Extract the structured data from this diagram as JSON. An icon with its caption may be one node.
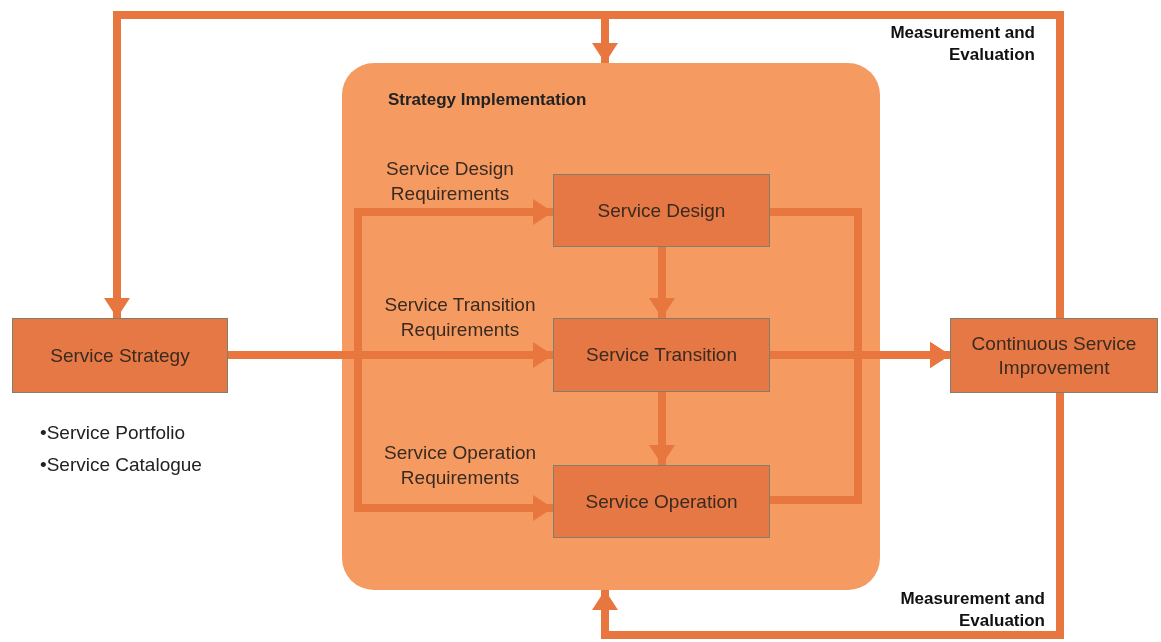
{
  "diagram": {
    "nodes": [
      {
        "text": [
          "Service Strategy"
        ],
        "beside": [
          "•Service Portfolio",
          "•Service Catalogue"
        ]
      },
      {
        "text": [
          "Strategy Implementation"
        ]
      },
      {
        "text": [
          "Service Design"
        ],
        "in": 1
      },
      {
        "text": [
          "Service Transition"
        ],
        "in": 1
      },
      {
        "text": [
          "Service Operation"
        ],
        "in": 1
      },
      {
        "text": [
          "Continuous Service Improvement"
        ]
      }
    ],
    "edges": [
      {
        "from": 0,
        "to": 2,
        "arrow": "to",
        "label": "Service Design Requirements"
      },
      {
        "from": 0,
        "to": 3,
        "arrow": "to",
        "label": "Service Transition Requirements"
      },
      {
        "from": 0,
        "to": 4,
        "arrow": "to",
        "label": "Service Operation Requirements"
      },
      {
        "from": 2,
        "to": 3,
        "arrow": "to"
      },
      {
        "from": 3,
        "to": 4,
        "arrow": "to"
      },
      {
        "from": 2,
        "to": 5,
        "arrow": "to"
      },
      {
        "from": 3,
        "to": 5,
        "arrow": "to"
      },
      {
        "from": 4,
        "to": 5,
        "arrow": "to"
      },
      {
        "from": 5,
        "to": 0,
        "arrow": "to",
        "label": "Measurement and Evaluation"
      },
      {
        "from": 5,
        "to": 1,
        "arrow": "to"
      },
      {
        "from": 5,
        "to": 1,
        "arrow": "to",
        "label": "Measurement and Evaluation"
      }
    ]
  }
}
